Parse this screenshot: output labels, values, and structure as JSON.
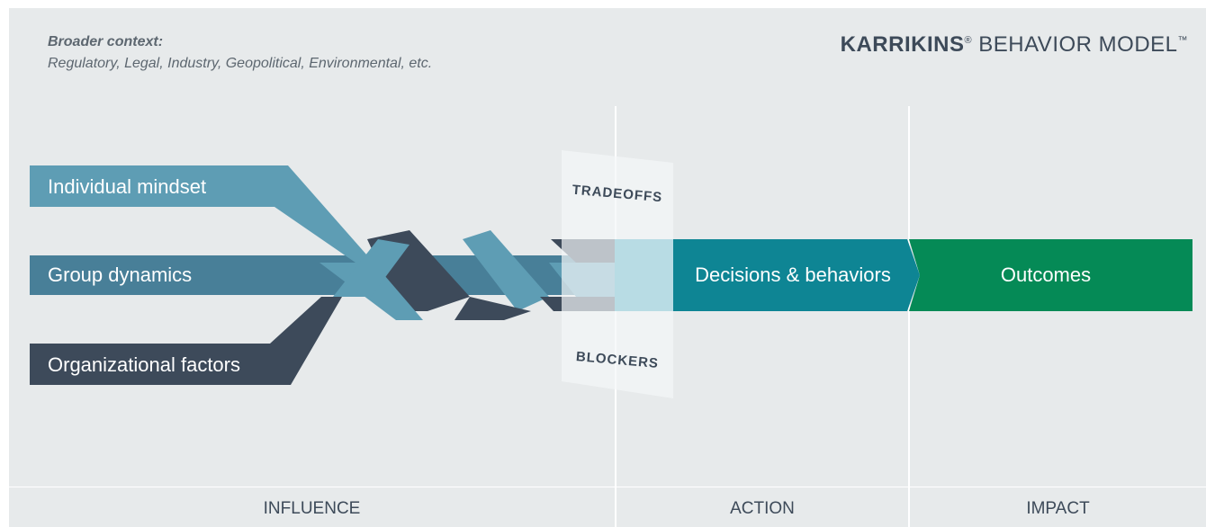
{
  "context": {
    "label": "Broader context:",
    "text": "Regulatory, Legal, Industry, Geopolitical, Environmental, etc."
  },
  "brand": {
    "name": "KARRIKINS",
    "registered": "®",
    "suffix": "BEHAVIOR MODEL",
    "trademark": "™"
  },
  "inputs": [
    {
      "label": "Individual mindset",
      "color": "#5e9db4"
    },
    {
      "label": "Group dynamics",
      "color": "#487f98"
    },
    {
      "label": "Organizational factors",
      "color": "#3d4a5a"
    }
  ],
  "gate": {
    "top_label": "TRADEOFFS",
    "bottom_label": "BLOCKERS"
  },
  "decisions": {
    "label": "Decisions & behaviors",
    "color": "#0e8594"
  },
  "outcomes": {
    "label": "Outcomes",
    "color": "#058a56"
  },
  "phases": [
    {
      "label": "INFLUENCE"
    },
    {
      "label": "ACTION"
    },
    {
      "label": "IMPACT"
    }
  ]
}
